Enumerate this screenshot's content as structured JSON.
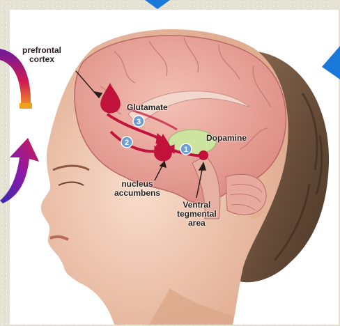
{
  "labels": {
    "prefrontal": "prefrontal\ncortex",
    "glutamate": "Glutamate",
    "dopamine": "Dopamine",
    "nucleus": "nucleus\naccumbens",
    "ventral": "Ventral\ntegmental\narea"
  },
  "markers": [
    "1",
    "2",
    "3"
  ],
  "colors": {
    "skin": "#f3cdb4",
    "brain": "#eea99d",
    "hair": "#6a513d",
    "pathway": "#c0123a",
    "marker": "#6f9fd0",
    "arrow_blue": "#1a78d8"
  }
}
